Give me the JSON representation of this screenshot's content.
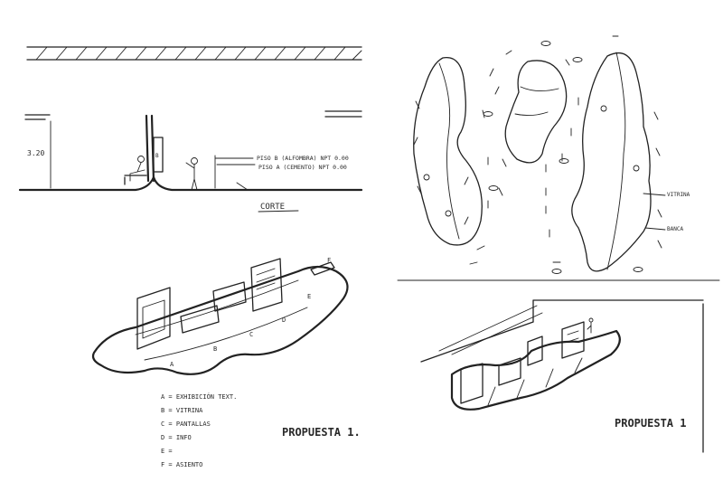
{
  "left_sheet": {
    "section": {
      "height_label": "3.20",
      "wall_mark": "B",
      "floor_b": "PISO B (ALFOMBRA) NPT 0.00",
      "floor_a": "PISO A (CEMENTO) NPT 0.00",
      "caption": "CORTE"
    },
    "perspective": {
      "zones": [
        "A",
        "B",
        "C",
        "D",
        "E",
        "F"
      ]
    },
    "legend": [
      "A = EXHIBICIÓN TEXT.",
      "B = VITRINA",
      "C = PANTALLAS",
      "D = INFO",
      "E =",
      "F = ASIENTO"
    ],
    "title": "PROPUESTA 1."
  },
  "right_sheet": {
    "plan": {
      "labels": {
        "vitrina": "VITRINA",
        "banca": "BANCA"
      }
    },
    "title": "PROPUESTA 1"
  }
}
